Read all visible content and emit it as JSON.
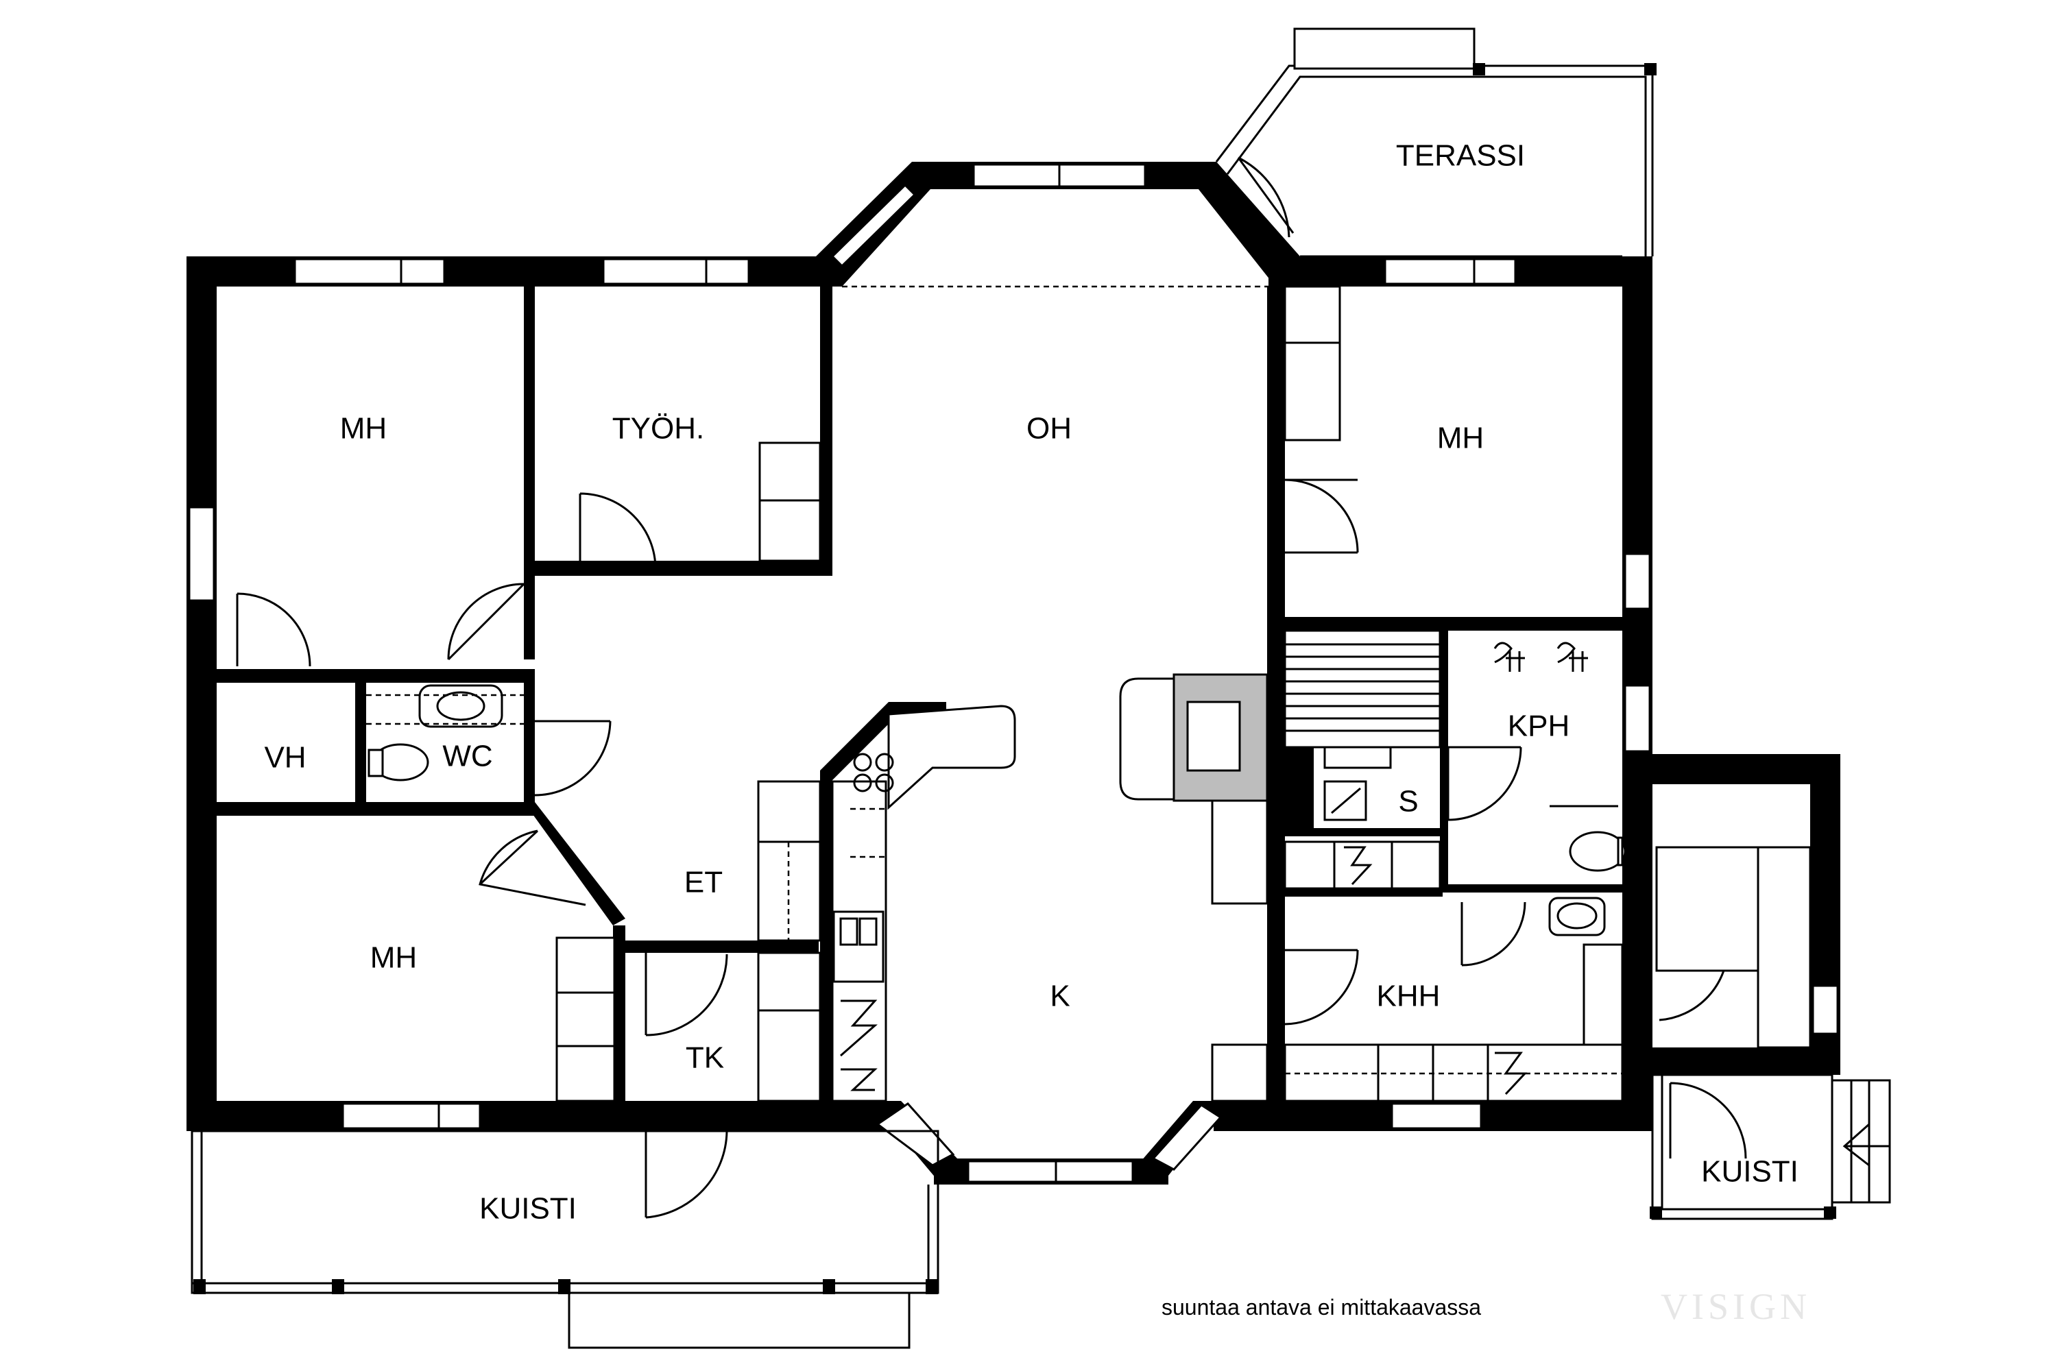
{
  "rooms": {
    "mh_top_left": "MH",
    "tyoh": "TYÖH.",
    "oh": "OH",
    "terassi": "TERASSI",
    "mh_right": "MH",
    "vh": "VH",
    "wc": "WC",
    "kph": "KPH",
    "s": "S",
    "et": "ET",
    "mh_bottom_left": "MH",
    "k": "K",
    "khh": "KHH",
    "tk": "TK",
    "kuisti_main": "KUISTI",
    "kuisti_side": "KUISTI"
  },
  "note": "suuntaa antava ei mittakaavassa",
  "watermark": "VISIGN"
}
